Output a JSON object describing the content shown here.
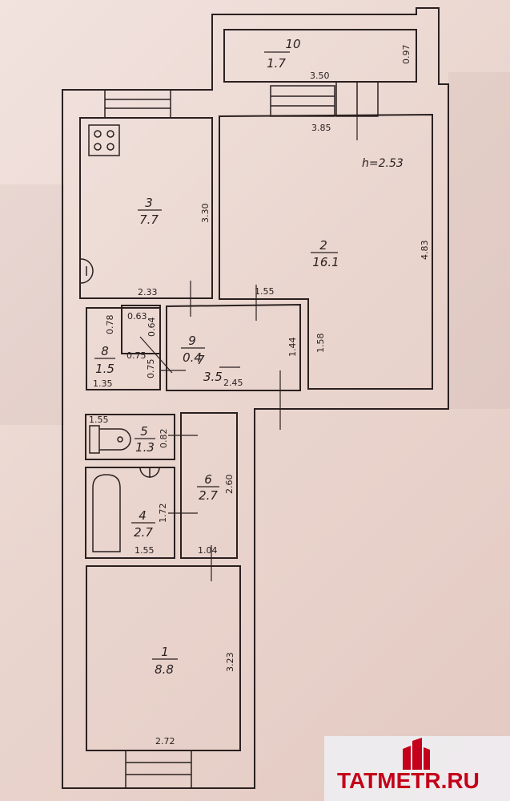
{
  "plan": {
    "ceiling_height": "h=2.53",
    "rooms": [
      {
        "id": "room-1",
        "number": "1",
        "area": "8.8"
      },
      {
        "id": "room-2",
        "number": "2",
        "area": "16.1"
      },
      {
        "id": "room-3",
        "number": "3",
        "area": "7.7"
      },
      {
        "id": "room-4",
        "number": "4",
        "area": "2.7"
      },
      {
        "id": "room-5",
        "number": "5",
        "area": "1.3"
      },
      {
        "id": "room-6",
        "number": "6",
        "area": "2.7"
      },
      {
        "id": "room-7",
        "number": "7",
        "area": "3.5"
      },
      {
        "id": "room-8",
        "number": "8",
        "area": "1.5"
      },
      {
        "id": "room-9",
        "number": "9",
        "area": "0.4"
      },
      {
        "id": "room-10",
        "number": "10",
        "area": "1.7"
      }
    ],
    "dimensions": {
      "d_097": "0.97",
      "d_350": "3.50",
      "d_385": "3.85",
      "d_330": "3.30",
      "d_483": "4.83",
      "d_233": "2.33",
      "d_155a": "1.55",
      "d_144": "1.44",
      "d_158": "1.58",
      "d_063": "0.63",
      "d_064": "0.64",
      "d_078": "0.78",
      "d_075a": "0.75",
      "d_075b": "0.75",
      "d_135": "1.35",
      "d_245": "2.45",
      "d_155b": "1.55",
      "d_082": "0.82",
      "d_260": "2.60",
      "d_172": "1.72",
      "d_155c": "1.55",
      "d_104": "1.04",
      "d_323": "3.23",
      "d_272": "2.72"
    }
  },
  "watermark": {
    "brand": "TATMETR.RU",
    "brand_color": "#c4001a"
  }
}
